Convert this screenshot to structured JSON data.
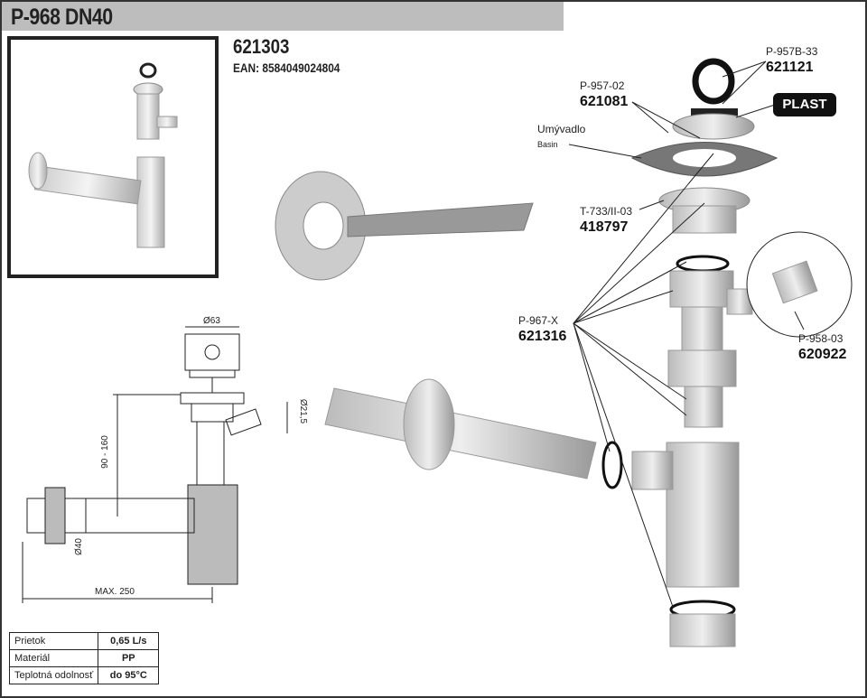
{
  "header": {
    "title": "P-968 DN40",
    "code": "621303",
    "ean": "EAN: 8584049024804"
  },
  "parts": [
    {
      "name": "P-957B-33",
      "code": "621121"
    },
    {
      "name": "P-957-02",
      "code": "621081"
    },
    {
      "name": "T-733/II-03",
      "code": "418797"
    },
    {
      "name": "P-967-X",
      "code": "621316"
    },
    {
      "name": "P-958-03",
      "code": "620922"
    }
  ],
  "basin": {
    "label": "Umývadlo",
    "sublabel": "Basin"
  },
  "plast_badge": "PLAST",
  "dimensions": {
    "d63": "Ø63",
    "d21": "Ø21,5",
    "height": "90 - 160",
    "d40": "Ø40",
    "max": "MAX. 250"
  },
  "specs": [
    {
      "label": "Prietok",
      "value": "0,65 L/s"
    },
    {
      "label": "Materiál",
      "value": "PP"
    },
    {
      "label": "Teplotná odolnosť",
      "value": "do 95°C"
    }
  ]
}
